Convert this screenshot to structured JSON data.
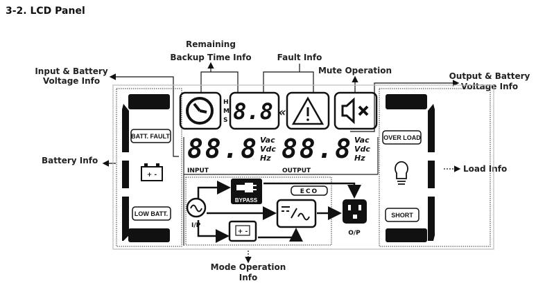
{
  "title": "3-2. LCD Panel",
  "callouts": {
    "remaining_1": "Remaining",
    "remaining_2": "Backup Time Info",
    "fault": "Fault Info",
    "mute": "Mute Operation",
    "input_1": "Input & Battery",
    "input_2": "Voltage Info",
    "output_1": "Output & Battery",
    "output_2": "Voltage Info",
    "battery": "Battery Info",
    "load": "Load Info",
    "mode_1": "Mode Operation",
    "mode_2": "Info"
  },
  "panel": {
    "hms": [
      "H",
      "M",
      "S"
    ],
    "time_digits": "8.8",
    "chevrons": "«",
    "input_digits": "88.8",
    "output_digits": "88.8",
    "units": [
      "Vac",
      "Vdc",
      "Hz"
    ],
    "input_label": "INPUT",
    "output_label": "OUTPUT",
    "batt_fault": "BATT. FAULT",
    "low_batt": "LOW BATT.",
    "over_load": "OVER LOAD",
    "short": "SHORT",
    "bypass": "BYPASS",
    "eco": "ECO",
    "ip": "I/P",
    "op": "O/P",
    "battery_signs": "+ -"
  }
}
